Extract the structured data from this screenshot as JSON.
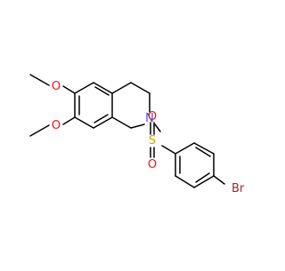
{
  "molecule": {
    "atom_labels": {
      "o_methoxy_upper": "O",
      "o_methoxy_lower": "O",
      "nitrogen": "N",
      "sulfur": "S",
      "o_sulfonyl_upper": "O",
      "o_sulfonyl_lower": "O",
      "bromine": "Br"
    }
  },
  "colors": {
    "bond": "#000000",
    "oxygen": "#ff0d0d",
    "nitrogen": "#3050f8",
    "sulfur": "#c7a800",
    "bromine": "#a62929"
  }
}
